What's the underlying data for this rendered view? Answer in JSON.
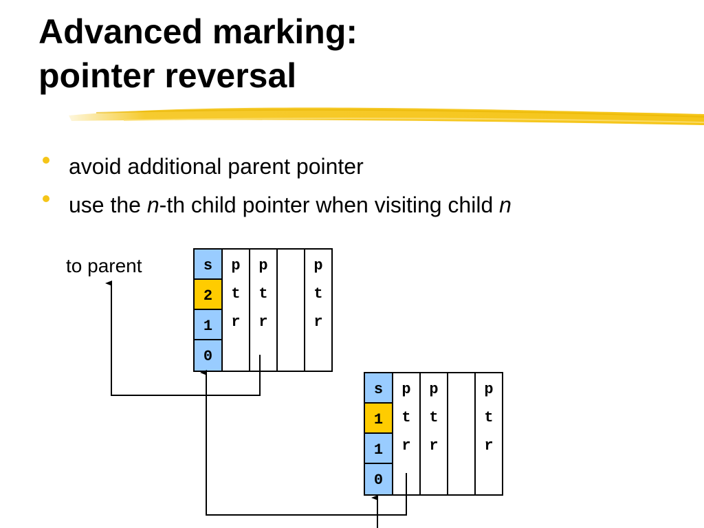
{
  "title": {
    "line1": "Advanced marking:",
    "line2": "pointer reversal"
  },
  "colors": {
    "highlight": "#f5c518",
    "bullet": "#f5c518",
    "cell_blue": "#99ccff",
    "cell_yellow": "#ffcc00"
  },
  "bullets": [
    {
      "text_parts": [
        "avoid additional parent pointer"
      ]
    },
    {
      "text_parts": [
        "use the ",
        "n",
        "-th child pointer when visiting child ",
        "n"
      ]
    }
  ],
  "diagram": {
    "to_parent_label": "to parent",
    "node1": {
      "state_cells": [
        "s",
        "2",
        "1",
        "0"
      ],
      "highlight_index": 1,
      "pointer_columns": [
        [
          "p",
          "t",
          "r"
        ],
        [
          "p",
          "t",
          "r"
        ],
        [],
        [
          "p",
          "t",
          "r"
        ]
      ]
    },
    "node2": {
      "state_cells": [
        "s",
        "1",
        "1",
        "0"
      ],
      "highlight_index": 1,
      "pointer_columns": [
        [
          "p",
          "t",
          "r"
        ],
        [
          "p",
          "t",
          "r"
        ],
        [],
        [
          "p",
          "t",
          "r"
        ]
      ]
    }
  }
}
